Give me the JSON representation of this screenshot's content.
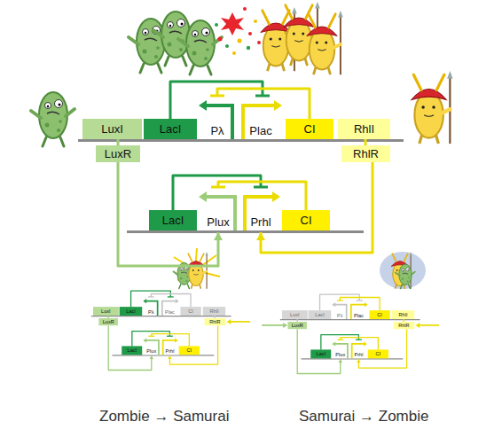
{
  "diagram": {
    "nodes": [
      {
        "text": [
          "LuxI"
        ]
      },
      {
        "text": [
          "LacI"
        ]
      },
      {
        "text": [
          "Pλ"
        ]
      },
      {
        "text": [
          "Plac"
        ]
      },
      {
        "text": [
          "CI"
        ]
      },
      {
        "text": [
          "RhlI"
        ]
      },
      {
        "text": [
          "LuxR"
        ]
      },
      {
        "text": [
          "RhlR"
        ]
      },
      {
        "text": [
          "LacI"
        ]
      },
      {
        "text": [
          "Plux"
        ]
      },
      {
        "text": [
          "Prhl"
        ]
      },
      {
        "text": [
          "CI"
        ]
      },
      {
        "text": [
          "LuxI"
        ]
      },
      {
        "text": [
          "LacI"
        ]
      },
      {
        "text": [
          "Pλ"
        ]
      },
      {
        "text": [
          "Plac"
        ]
      },
      {
        "text": [
          "CI"
        ]
      },
      {
        "text": [
          "RhlI"
        ]
      },
      {
        "text": [
          "LuxR"
        ]
      },
      {
        "text": [
          "RhlR"
        ]
      },
      {
        "text": [
          "LacI"
        ]
      },
      {
        "text": [
          "Plux"
        ]
      },
      {
        "text": [
          "Prhl"
        ]
      },
      {
        "text": [
          "CI"
        ]
      },
      {
        "text": [
          "LuxI"
        ]
      },
      {
        "text": [
          "LacI"
        ]
      },
      {
        "text": [
          "Pλ"
        ]
      },
      {
        "text": [
          "Plac"
        ]
      },
      {
        "text": [
          "CI"
        ]
      },
      {
        "text": [
          "RhlI"
        ]
      },
      {
        "text": [
          "LuxR"
        ]
      },
      {
        "text": [
          "RhlR"
        ]
      },
      {
        "text": [
          "LacI"
        ]
      },
      {
        "text": [
          "Plux"
        ]
      },
      {
        "text": [
          "Prhl"
        ]
      },
      {
        "text": [
          "CI"
        ]
      }
    ],
    "edges": [
      {
        "from": 0,
        "to": 6,
        "arrow": "none"
      },
      {
        "from": 5,
        "to": 7,
        "arrow": "none"
      },
      {
        "from": 1,
        "to": 3,
        "arrow": "to"
      },
      {
        "from": 4,
        "to": 2,
        "arrow": "to"
      },
      {
        "from": 8,
        "to": 10,
        "arrow": "to"
      },
      {
        "from": 11,
        "to": 9,
        "arrow": "to"
      },
      {
        "from": 6,
        "to": 9,
        "arrow": "to"
      },
      {
        "from": 7,
        "to": 10,
        "arrow": "to"
      },
      {
        "from": 12,
        "to": 18,
        "arrow": "none"
      },
      {
        "from": 17,
        "to": 19,
        "arrow": "none"
      },
      {
        "from": 13,
        "to": 15,
        "arrow": "to"
      },
      {
        "from": 16,
        "to": 14,
        "arrow": "to"
      },
      {
        "from": 20,
        "to": 22,
        "arrow": "to"
      },
      {
        "from": 23,
        "to": 21,
        "arrow": "to"
      },
      {
        "from": 18,
        "to": 21,
        "arrow": "to"
      },
      {
        "from": 19,
        "to": 22,
        "arrow": "to"
      },
      {
        "from": 24,
        "to": 30,
        "arrow": "none"
      },
      {
        "from": 29,
        "to": 31,
        "arrow": "none"
      },
      {
        "from": 25,
        "to": 27,
        "arrow": "to"
      },
      {
        "from": 28,
        "to": 26,
        "arrow": "to"
      },
      {
        "from": 32,
        "to": 34,
        "arrow": "to"
      },
      {
        "from": 35,
        "to": 33,
        "arrow": "to"
      },
      {
        "from": 30,
        "to": 33,
        "arrow": "to"
      },
      {
        "from": 31,
        "to": 34,
        "arrow": "to"
      }
    ],
    "labels": [
      "Zombie → Samurai",
      "Samurai → Zombie"
    ]
  }
}
